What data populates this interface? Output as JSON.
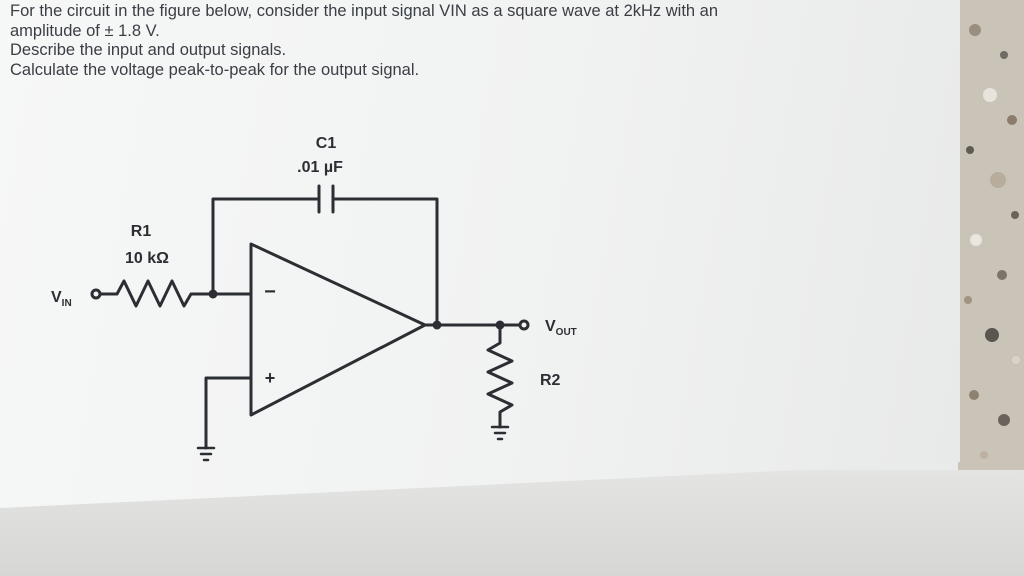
{
  "question": {
    "line1": "For the circuit in the figure below, consider the input signal VIN as a square wave at 2kHz with an",
    "line2": "amplitude of ± 1.8 V.",
    "line3": "Describe the input and output signals.",
    "line4": "Calculate the voltage peak-to-peak for the output signal."
  },
  "circuit": {
    "capacitor": {
      "name": "C1",
      "value": ".01 µF"
    },
    "resistor_in": {
      "name": "R1",
      "value": "10 kΩ"
    },
    "resistor_load": {
      "name": "R2"
    },
    "input": {
      "main": "V",
      "sub": "IN"
    },
    "output": {
      "main": "V",
      "sub": "OUT"
    },
    "opamp_inverting": "−",
    "opamp_noninverting": "+"
  },
  "colors": {
    "ink": "#2b2f33",
    "paper": "#f3f4f4",
    "terrazzo": "#c9c3b8"
  }
}
